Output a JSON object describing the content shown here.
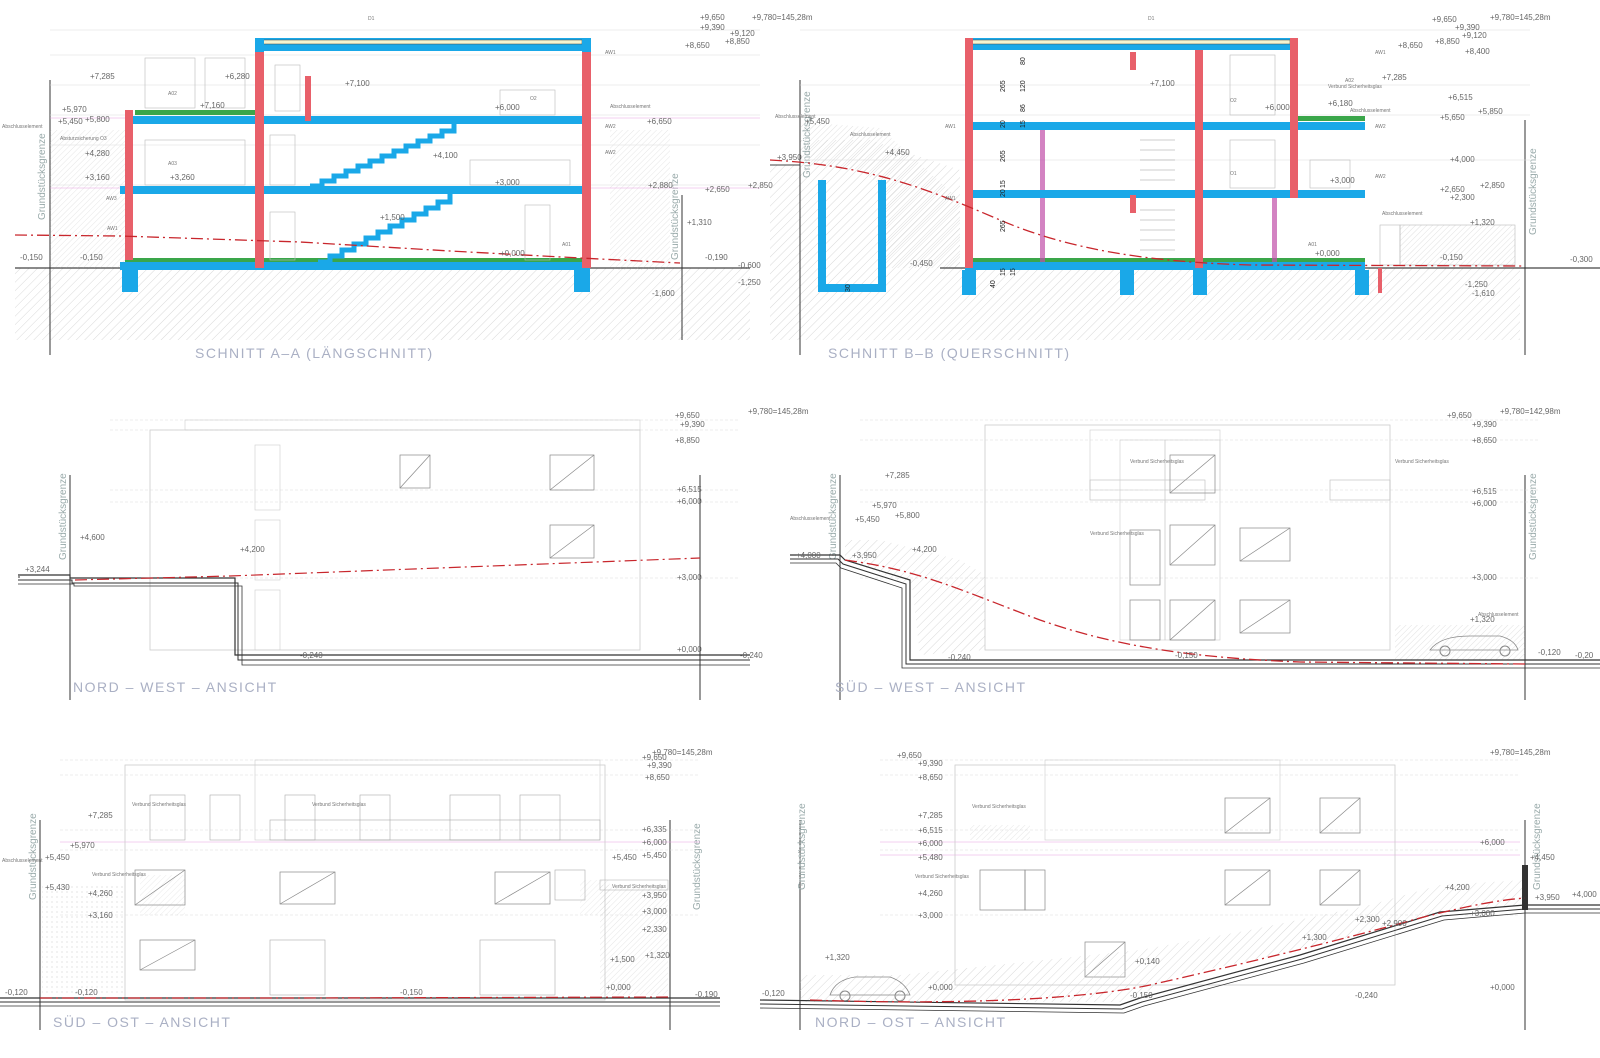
{
  "panels": {
    "section_aa": {
      "title": "SCHNITT A–A (LÄNGSCHNITT)",
      "top_level": "+9,780=145,28m",
      "levels": [
        "+9,650",
        "+9,390",
        "+9,120",
        "+8,850",
        "+8,650",
        "+7,285",
        "+6,280",
        "+7,160",
        "+7,100",
        "+5,970",
        "+5,800",
        "+5,450",
        "+4,280",
        "+3,160",
        "+3,260",
        "+6,000",
        "+4,100",
        "+3,000",
        "+1,500",
        "+6,650",
        "+2,880",
        "+2,650",
        "+2,850",
        "+1,310",
        "+0,000",
        "-0,150",
        "-0,190",
        "-0,600",
        "-1,250",
        "-1,600",
        "-0,150"
      ],
      "tags": [
        "D1",
        "A02",
        "A03",
        "A02",
        "A01",
        "AW1",
        "AW1",
        "AW2",
        "AW2",
        "AW3",
        "O2",
        "O3",
        "Abschlusselement",
        "Abschlusselement",
        "Absturzsicherung"
      ]
    },
    "section_bb": {
      "title": "SCHNITT B–B (QUERSCHNITT)",
      "top_level": "+9,780=145,28m",
      "levels": [
        "+9,650",
        "+9,390",
        "+9,120",
        "+8,850",
        "+8,650",
        "+8,400",
        "+7,285",
        "+7,100",
        "+6,515",
        "+6,180",
        "+6,000",
        "+5,850",
        "+5,650",
        "+5,450",
        "+3,950",
        "+4,450",
        "+4,000",
        "+3,000",
        "+2,650",
        "+2,850",
        "+2,300",
        "+1,320",
        "+0,000",
        "-0,150",
        "-0,450",
        "-0,300",
        "-1,250",
        "-1,610"
      ],
      "dims": [
        "265",
        "265",
        "265",
        "120",
        "80",
        "86",
        "20",
        "15",
        "20",
        "15",
        "40",
        "15",
        "15",
        "30"
      ],
      "tags": [
        "D1",
        "A02",
        "A01",
        "O1",
        "O2",
        "Verbund Sicherheitsglas",
        "Abschlusselement",
        "Abschlusselement",
        "Abschlusselement",
        "Abschlusselement",
        "AW1",
        "AW2",
        "AW1",
        "AW2",
        "AW1"
      ]
    },
    "nord_west": {
      "title": "NORD – WEST – ANSICHT",
      "top_level": "+9,780=145,28m",
      "levels": [
        "+9,650",
        "+9,390",
        "+8,850",
        "+6,515",
        "+6,000",
        "+3,000",
        "+0,000",
        "+4,600",
        "+3,244",
        "+4,200",
        "-0,240",
        "-0,240"
      ]
    },
    "sued_west": {
      "title": "SÜD – WEST – ANSICHT",
      "top_level": "+9,780=142,98m",
      "levels": [
        "+9,650",
        "+9,390",
        "+8,650",
        "+7,285",
        "+6,515",
        "+6,000",
        "+5,970",
        "+5,800",
        "+5,450",
        "+4,000",
        "+3,950",
        "+4,200",
        "+3,000",
        "+1,320",
        "-0,240",
        "-0,150",
        "-0,120",
        "-0,20"
      ],
      "tags": [
        "Verbund Sicherheitsglas",
        "Verbund Sicherheitsglas",
        "Verbund Sicherheitsglas",
        "Abschlusselement",
        "Abschlusselement"
      ]
    },
    "sued_ost": {
      "title": "SÜD – OST – ANSICHT",
      "top_level": "+9,780=145,28m",
      "levels": [
        "+9,650",
        "+9,390",
        "+8,650",
        "+7,285",
        "+5,970",
        "+5,450",
        "+5,430",
        "+4,260",
        "+3,160",
        "+3,950",
        "+3,000",
        "+2,330",
        "+1,320",
        "+1,500",
        "+0,000",
        "-0,120",
        "-0,120",
        "-0,150",
        "-0,190",
        "+6,335",
        "+6,000",
        "+5,450",
        "+5,450"
      ],
      "tags": [
        "Verbund Sicherheitsglas",
        "Verbund Sicherheitsglas",
        "Verbund Sicherheitsglas",
        "Verbund Sicherheitsglas",
        "Abschlusselement"
      ]
    },
    "nord_ost": {
      "title": "NORD – OST – ANSICHT",
      "top_level": "+9,780=145,28m",
      "levels": [
        "+9,650",
        "+9,390",
        "+8,650",
        "+7,285",
        "+6,515",
        "+6,000",
        "+5,480",
        "+4,260",
        "+3,000",
        "+6,000",
        "+4,450",
        "+3,950",
        "+4,000",
        "+4,200",
        "+3,000",
        "+2,300",
        "+1,320",
        "+0,140",
        "+0,000",
        "+0,000",
        "-0,150",
        "-0,240",
        "-0,120",
        "+1,300",
        "+2,900"
      ],
      "tags": [
        "Verbund Sicherheitsglas",
        "Verbund Sicherheitsglas"
      ]
    }
  },
  "boundary_label": "Grundstücksgrenze",
  "colors": {
    "concrete": "#1aa8e8",
    "masonry": "#e8606a",
    "green": "#3aa64a",
    "terrain_line": "#c8262c",
    "lines": "#bbbbbb",
    "title": "#aab0c4"
  }
}
